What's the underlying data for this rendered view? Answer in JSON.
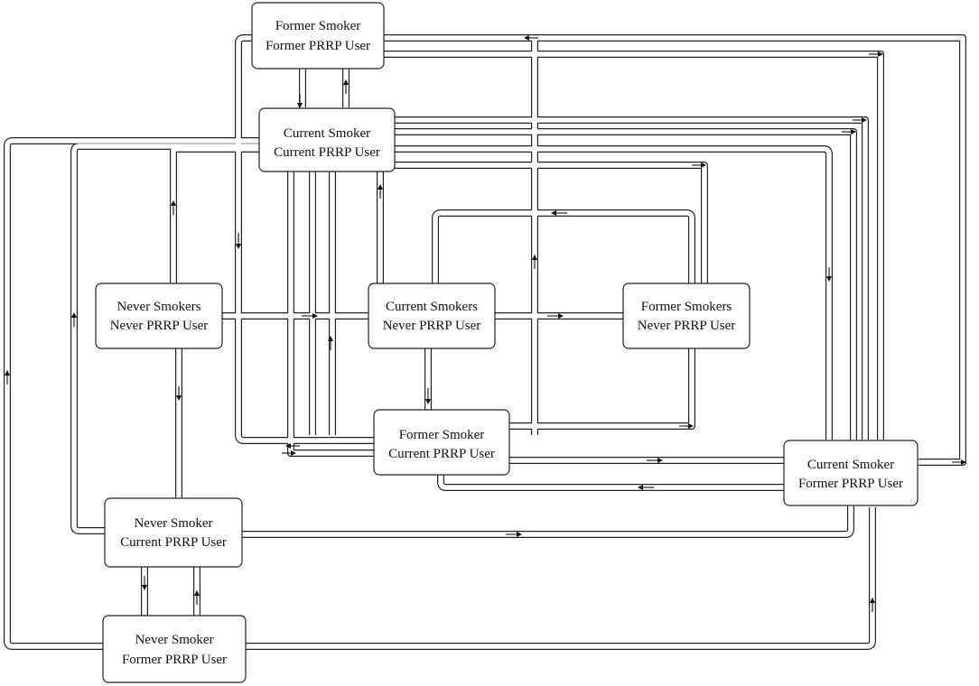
{
  "nodes": {
    "former_smoker_former_prrp": {
      "line1": "Former Smoker",
      "line2": "Former PRRP User"
    },
    "current_smoker_current_prrp": {
      "line1": "Current Smoker",
      "line2": "Current PRRP User"
    },
    "never_smokers_never_prrp": {
      "line1": "Never Smokers",
      "line2": "Never PRRP User"
    },
    "current_smokers_never_prrp": {
      "line1": "Current Smokers",
      "line2": "Never PRRP User"
    },
    "former_smokers_never_prrp": {
      "line1": "Former Smokers",
      "line2": "Never PRRP User"
    },
    "former_smoker_current_prrp": {
      "line1": "Former Smoker",
      "line2": "Current PRRP User"
    },
    "current_smoker_former_prrp": {
      "line1": "Current Smoker",
      "line2": "Former PRRP User"
    },
    "never_smoker_current_prrp": {
      "line1": "Never Smoker",
      "line2": "Current PRRP User"
    },
    "never_smoker_former_prrp": {
      "line1": "Never Smoker",
      "line2": "Former PRRP User"
    }
  },
  "colors": {
    "line": "#222222",
    "background": "#ffffff",
    "text": "#111111"
  }
}
